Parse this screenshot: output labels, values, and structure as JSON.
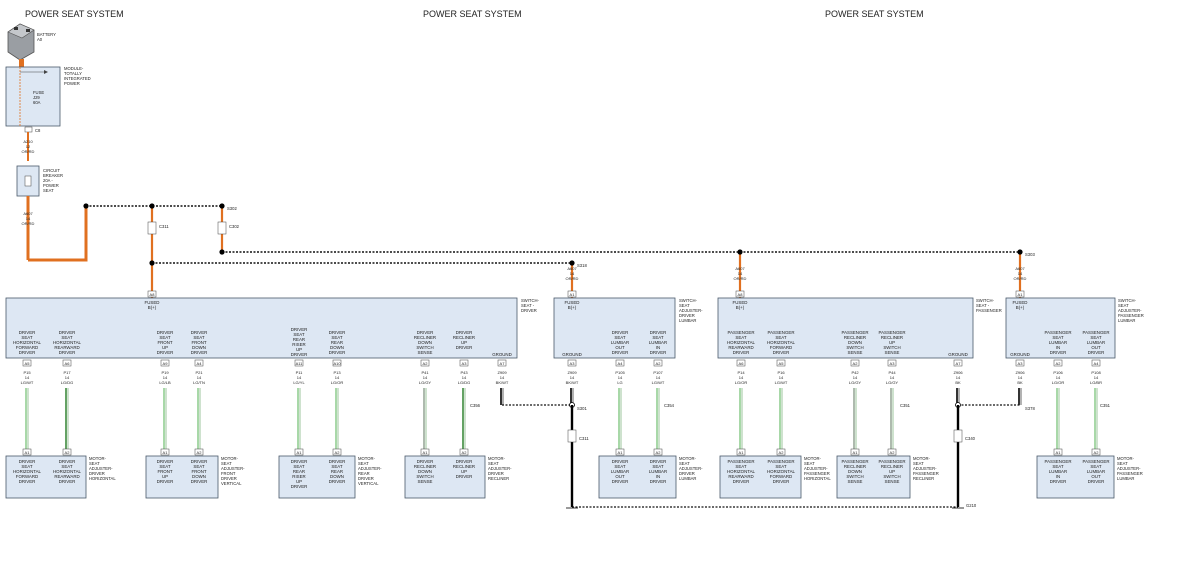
{
  "headers": [
    "POWER SEAT SYSTEM",
    "POWER SEAT SYSTEM",
    "POWER SEAT SYSTEM"
  ],
  "battery": {
    "label": "BATTERY",
    "sub": "A0"
  },
  "tipm": {
    "label": "MODULE-",
    "sub1": "TOTALLY",
    "sub2": "INTEGRATED",
    "sub3": "POWER",
    "fuse": "FUSE",
    "fuse_no": "J29",
    "fuse_amp": "60A",
    "conn": "C8"
  },
  "wire_a210": {
    "circuit": "A210",
    "gauge": "12",
    "color": "OR/RD"
  },
  "breaker": {
    "l1": "CIRCUIT",
    "l2": "BREAKER",
    "l3": "20A -",
    "l4": "POWER",
    "l5": "SEAT"
  },
  "wire_a607": {
    "circuit": "A607",
    "gauge": "14",
    "color": "OR/RD"
  },
  "splices": {
    "s302": "S302",
    "s318": "S318",
    "s303": "S303",
    "s301": "S301",
    "s378": "S378",
    "c311": "C311",
    "c302": "C302",
    "c356": "C356",
    "c354": "C354",
    "c351": "C351",
    "c340": "C340",
    "g210": "G210"
  },
  "switches": [
    {
      "name1": "SWITCH-",
      "name2": "SEAT -",
      "name3": "DRIVER",
      "fused": "FUSED",
      "b": "B(+)",
      "pin": "A8"
    },
    {
      "name1": "SWITCH-",
      "name2": "SEAT",
      "name3": "ADJUSTER-",
      "name4": "DRIVER",
      "name5": "LUMBAR",
      "fused": "FUSED",
      "b": "B(+)",
      "pin": "A1",
      "ground": "GROUND"
    },
    {
      "name1": "SWITCH-",
      "name2": "SEAT -",
      "name3": "PASSENGER",
      "fused": "FUSED",
      "b": "B(+)",
      "pin": "A8",
      "ground": "GROUND"
    },
    {
      "name1": "SWITCH-",
      "name2": "SEAT",
      "name3": "ADJUSTER-",
      "name4": "PASSENGER",
      "name5": "LUMBAR",
      "fused": "FUSED",
      "b": "B(+)",
      "pin": "A1",
      "ground": "GROUND"
    }
  ],
  "driver_funcs": [
    {
      "t": [
        "DRIVER",
        "SEAT",
        "HORIZONTAL",
        "FORWARD",
        "DRIVER"
      ],
      "pin": "A5",
      "wire": [
        "P15",
        "14",
        "LG/WT"
      ]
    },
    {
      "t": [
        "DRIVER",
        "SEAT",
        "HORIZONTAL",
        "REARWARD",
        "DRIVER"
      ],
      "pin": "A6",
      "wire": [
        "P17",
        "14",
        "LG/DG"
      ]
    },
    {
      "t": [
        "DRIVER",
        "SEAT",
        "FRONT",
        "UP",
        "DRIVER"
      ],
      "pin": "A9",
      "wire": [
        "P19",
        "14",
        "LG/LB"
      ]
    },
    {
      "t": [
        "DRIVER",
        "SEAT",
        "FRONT",
        "DOWN",
        "DRIVER"
      ],
      "pin": "A4",
      "wire": [
        "P21",
        "14",
        "LG/TN"
      ]
    },
    {
      "t": [
        "DRIVER",
        "SEAT",
        "REAR",
        "RISER",
        "UP",
        "DRIVER"
      ],
      "pin": "A11",
      "wire": [
        "P11",
        "14",
        "LG/YL"
      ]
    },
    {
      "t": [
        "DRIVER",
        "SEAT",
        "REAR",
        "DOWN",
        "DRIVER"
      ],
      "pin": "A10",
      "wire": [
        "P13",
        "14",
        "LG/OR"
      ]
    },
    {
      "t": [
        "DRIVER",
        "RECLINER",
        "DOWN",
        "SWITCH",
        "SENSE"
      ],
      "pin": "A2",
      "wire": [
        "P41",
        "14",
        "LG/GY"
      ]
    },
    {
      "t": [
        "DRIVER",
        "RECLINER",
        "UP",
        "DRIVER"
      ],
      "pin": "A3",
      "wire": [
        "P43",
        "14",
        "LG/DG"
      ]
    },
    {
      "t": [
        "GROUND"
      ],
      "pin": "A7",
      "wire": [
        "Z909",
        "14",
        "BK/WT"
      ]
    }
  ],
  "lumbar_d_funcs": [
    {
      "t": [
        "GROUND"
      ],
      "pin": "A3",
      "wire": [
        "Z909",
        "14",
        "BK/WT"
      ]
    },
    {
      "t": [
        "DRIVER",
        "SEAT",
        "LUMBAR",
        "OUT",
        "DRIVER"
      ],
      "pin": "A4",
      "wire": [
        "P105",
        "14",
        "LG"
      ]
    },
    {
      "t": [
        "DRIVER",
        "SEAT",
        "LUMBAR",
        "IN",
        "DRIVER"
      ],
      "pin": "A2",
      "wire": [
        "P107",
        "14",
        "LG/WT"
      ]
    }
  ],
  "pass_funcs": [
    {
      "t": [
        "PASSENGER",
        "SEAT",
        "HORIZONTAL",
        "REARWARD",
        "DRIVER"
      ],
      "pin": "A6",
      "wire": [
        "P14",
        "14",
        "LG/OR"
      ]
    },
    {
      "t": [
        "PASSENGER",
        "SEAT",
        "HORIZONTAL",
        "FORWARD",
        "DRIVER"
      ],
      "pin": "A5",
      "wire": [
        "P16",
        "14",
        "LG/WT"
      ]
    },
    {
      "t": [
        "PASSENGER",
        "RECLINER",
        "DOWN",
        "SWITCH",
        "SENSE"
      ],
      "pin": "A2",
      "wire": [
        "P42",
        "14",
        "LG/GY"
      ]
    },
    {
      "t": [
        "PASSENGER",
        "RECLINER",
        "UP",
        "SWITCH",
        "SENSE"
      ],
      "pin": "A3",
      "wire": [
        "P44",
        "14",
        "LG/GY"
      ]
    },
    {
      "t": [
        "GROUND"
      ],
      "pin": "A7",
      "wire": [
        "Z906",
        "14",
        "BK"
      ]
    }
  ],
  "lumbar_p_funcs": [
    {
      "t": [
        "GROUND"
      ],
      "pin": "A3",
      "wire": [
        "Z906",
        "14",
        "BK"
      ]
    },
    {
      "t": [
        "PASSENGER",
        "SEAT",
        "LUMBAR",
        "IN",
        "DRIVER"
      ],
      "pin": "A2",
      "wire": [
        "P106",
        "14",
        "LG/OR"
      ]
    },
    {
      "t": [
        "PASSENGER",
        "SEAT",
        "LUMBAR",
        "OUT",
        "DRIVER"
      ],
      "pin": "A4",
      "wire": [
        "P108",
        "14",
        "LG/BR"
      ]
    }
  ],
  "motors": [
    {
      "name": [
        "MOTOR-",
        "SEAT",
        "ADJUSTER-",
        "DRIVER",
        "HORIZONTAL"
      ],
      "cells": [
        [
          "DRIVER",
          "SEAT",
          "HORIZONTAL",
          "FORWARD",
          "DRIVER"
        ],
        [
          "DRIVER",
          "SEAT",
          "HORIZONTAL",
          "REARWARD",
          "DRIVER"
        ]
      ]
    },
    {
      "name": [
        "MOTOR-",
        "SEAT",
        "ADJUSTER-",
        "FRONT",
        "DRIVER",
        "VERTICAL"
      ],
      "cells": [
        [
          "DRIVER",
          "SEAT",
          "FRONT",
          "UP",
          "DRIVER"
        ],
        [
          "DRIVER",
          "SEAT",
          "FRONT",
          "DOWN",
          "DRIVER"
        ]
      ]
    },
    {
      "name": [
        "MOTOR-",
        "SEAT",
        "ADJUSTER-",
        "REAR",
        "DRIVER",
        "VERTICAL"
      ],
      "cells": [
        [
          "DRIVER",
          "SEAT",
          "REAR",
          "RISER",
          "UP",
          "DRIVER"
        ],
        [
          "DRIVER",
          "SEAT",
          "REAR",
          "DOWN",
          "DRIVER"
        ]
      ]
    },
    {
      "name": [
        "MOTOR-",
        "SEAT",
        "ADJUSTER-",
        "DRIVER",
        "RECLINER"
      ],
      "cells": [
        [
          "DRIVER",
          "RECLINER",
          "DOWN",
          "SWITCH",
          "SENSE"
        ],
        [
          "DRIVER",
          "RECLINER",
          "UP",
          "DRIVER"
        ]
      ]
    },
    {
      "name": [
        "MOTOR-",
        "SEAT",
        "ADJUSTER-",
        "DRIVER",
        "LUMBAR"
      ],
      "cells": [
        [
          "DRIVER",
          "SEAT",
          "LUMBAR",
          "OUT",
          "DRIVER"
        ],
        [
          "DRIVER",
          "SEAT",
          "LUMBAR",
          "IN",
          "DRIVER"
        ]
      ]
    },
    {
      "name": [
        "MOTOR-",
        "SEAT",
        "ADJUSTER-",
        "PASSENGER",
        "HORIZONTAL"
      ],
      "cells": [
        [
          "PASSENGER",
          "SEAT",
          "HORIZONTAL",
          "REARWARD",
          "DRIVER"
        ],
        [
          "PASSENGER",
          "SEAT",
          "HORIZONTAL",
          "FORWARD",
          "DRIVER"
        ]
      ]
    },
    {
      "name": [
        "MOTOR-",
        "SEAT",
        "ADJUSTER-",
        "PASSENGER",
        "RECLINER"
      ],
      "cells": [
        [
          "PASSENGER",
          "RECLINER",
          "DOWN",
          "SWITCH",
          "SENSE"
        ],
        [
          "PASSENGER",
          "RECLINER",
          "UP",
          "SWITCH",
          "SENSE"
        ]
      ]
    },
    {
      "name": [
        "MOTOR-",
        "SEAT",
        "ADJUSTER-",
        "PASSENGER",
        "LUMBAR"
      ],
      "cells": [
        [
          "PASSENGER",
          "SEAT",
          "LUMBAR",
          "IN",
          "DRIVER"
        ],
        [
          "PASSENGER",
          "SEAT",
          "LUMBAR",
          "OUT",
          "DRIVER"
        ]
      ]
    }
  ],
  "colors": {
    "power": "#e07020",
    "box_fill": "#dde7f3",
    "wire_lg": "#9bd39b",
    "ground": "#000000"
  }
}
